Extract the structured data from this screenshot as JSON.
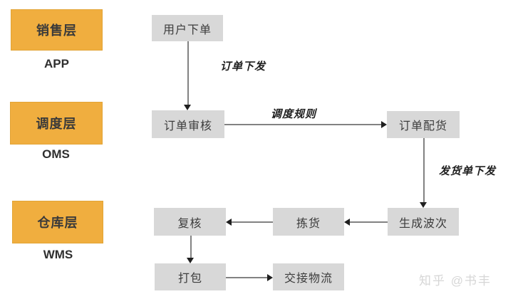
{
  "layers": [
    {
      "label": "销售层",
      "system": "APP"
    },
    {
      "label": "调度层",
      "system": "OMS"
    },
    {
      "label": "仓库层",
      "system": "WMS"
    }
  ],
  "nodes": [
    {
      "id": "user-order",
      "label": "用户下单"
    },
    {
      "id": "order-review",
      "label": "订单审核"
    },
    {
      "id": "order-allocation",
      "label": "订单配货"
    },
    {
      "id": "wave-generation",
      "label": "生成波次"
    },
    {
      "id": "picking",
      "label": "拣货"
    },
    {
      "id": "recheck",
      "label": "复核"
    },
    {
      "id": "packing",
      "label": "打包"
    },
    {
      "id": "logistics-handover",
      "label": "交接物流"
    }
  ],
  "edge_labels": [
    {
      "id": "order-dispatch",
      "label": "订单下发"
    },
    {
      "id": "dispatch-rules",
      "label": "调度规则"
    },
    {
      "id": "shipping-dispatch",
      "label": "发货单下发"
    }
  ],
  "watermark": {
    "text": "知乎 @书丰"
  },
  "colors": {
    "layer_fill": "#F0AE3F",
    "layer_border": "#E2A436",
    "node_fill": "#D8D8D8",
    "node_text": "#3C3C3C",
    "edge_line": "#828282",
    "arrowhead": "#1F1F1F",
    "watermark_text": "#D6D6D6",
    "background": "#FFFFFF"
  }
}
